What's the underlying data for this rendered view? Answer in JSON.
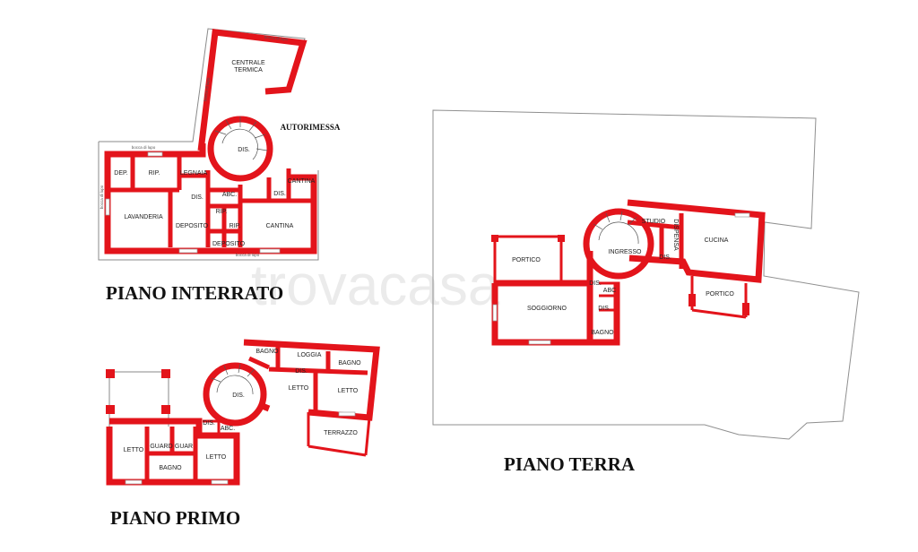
{
  "floors": {
    "interrato": {
      "title": "PIANO INTERRATO",
      "rooms": {
        "centrale_termica_1": "CENTRALE",
        "centrale_termica_2": "TERMICA",
        "autorimessa": "AUTORIMESSA",
        "dis_stair": "DIS.",
        "dep": "DEP.",
        "rip1": "RIP.",
        "legnaia": "LEGNAIA",
        "dis2": "DIS.",
        "abc": "ABC.",
        "dis3": "DIS.",
        "cantina1": "CANTINA",
        "lavanderia": "LAVANDERIA",
        "deposito1": "DEPOSITO",
        "rip2": "RIP.",
        "rip3": "RIP.",
        "deposito2": "DEPOSITO",
        "cantina2": "CANTINA"
      },
      "notes": {
        "bocca_top": "bocca di lupo",
        "bocca_side": "bocca di lupo",
        "bocca_left_top": "bocca di lupo",
        "bocca_left": "bocca di lupo",
        "bocca_bottom": "bocca di lupo"
      }
    },
    "terra": {
      "title": "PIANO TERRA",
      "rooms": {
        "portico1": "PORTICO",
        "studio": "STUDIO",
        "dispensa": "DISPENSA",
        "cucina": "CUCINA",
        "ingresso": "INGRESSO",
        "dis1": "DIS.",
        "dis2": "DIS.",
        "abc": "ABC",
        "dis3": "DIS.",
        "soggiorno": "SOGGIORNO",
        "bagno": "BAGNO",
        "portico2": "PORTICO"
      }
    },
    "primo": {
      "title": "PIANO PRIMO",
      "rooms": {
        "bagno1": "BAGNO",
        "loggia": "LOGGIA",
        "bagno2": "BAGNO",
        "dis_top": "DIS.",
        "dis_stair": "DIS.",
        "letto1": "LETTO",
        "letto2": "LETTO",
        "dis_low": "DIS.",
        "abc": "ABC.",
        "terrazzo": "TERRAZZO",
        "letto3": "LETTO",
        "guard1": "GUARD",
        "guar2": "GUAR",
        "letto4": "LETTO",
        "bagno3": "BAGNO"
      }
    }
  },
  "watermark": "trovacasa"
}
